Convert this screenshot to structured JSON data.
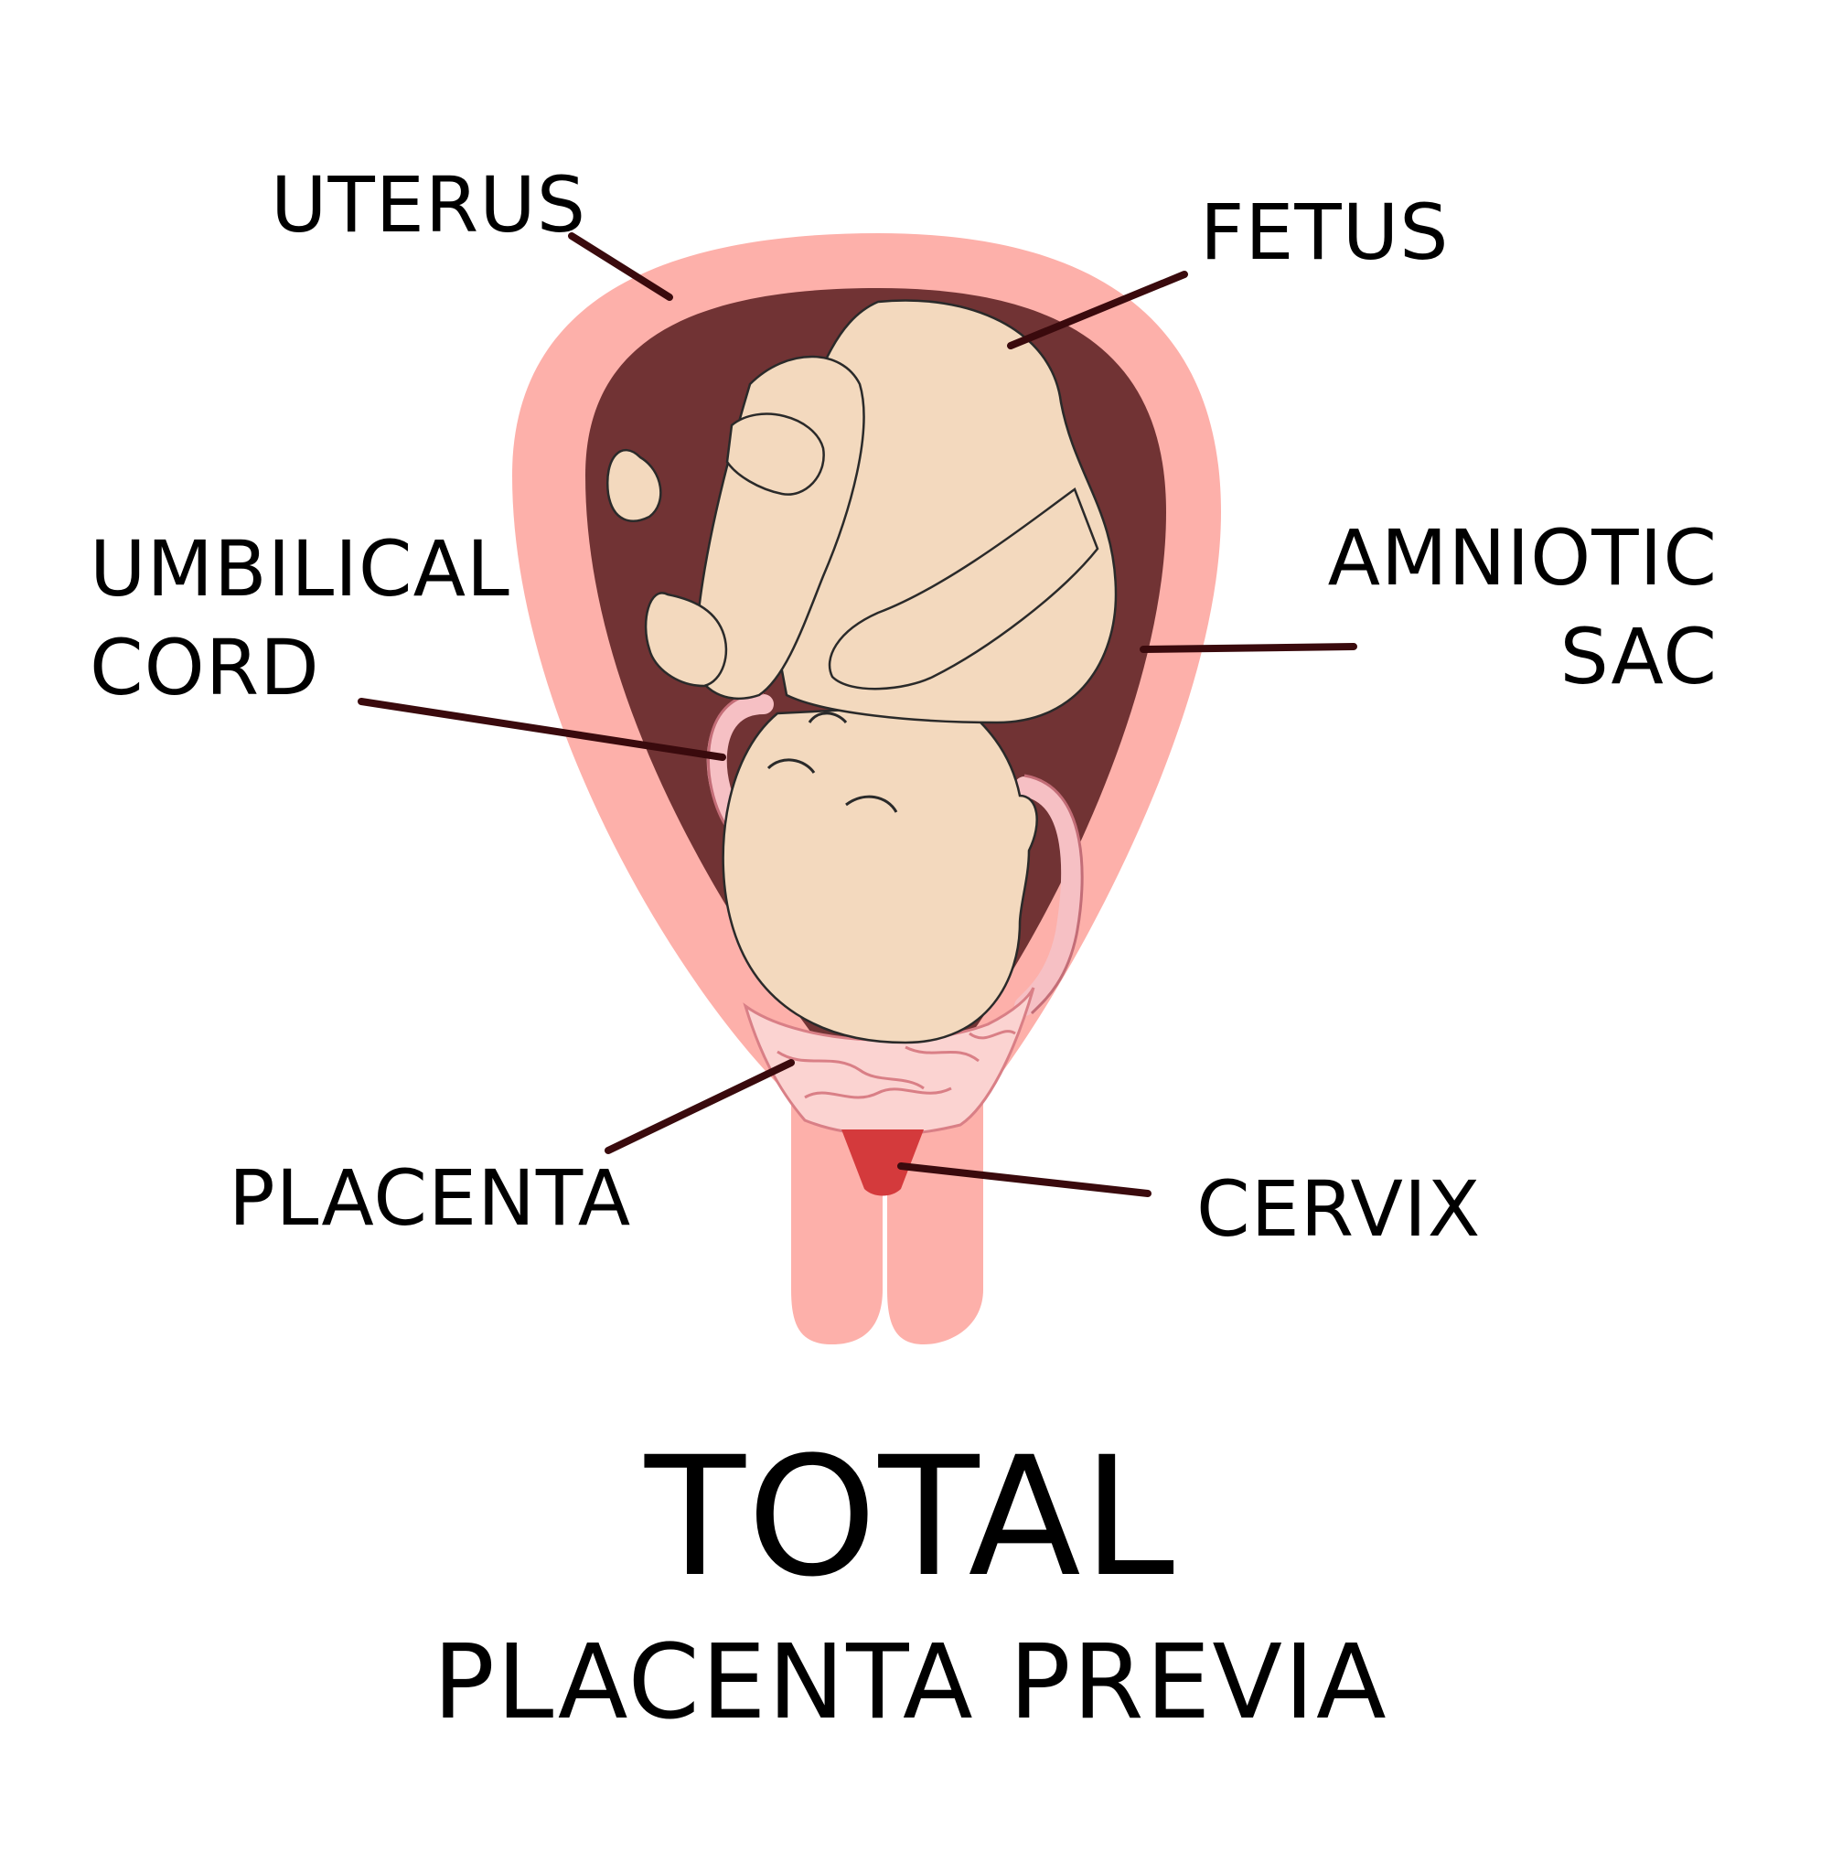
{
  "labels": {
    "uterus": "UTERUS",
    "fetus": "FETUS",
    "umbilical_cord_line1": "UMBILICAL",
    "umbilical_cord_line2": "CORD",
    "amniotic_sac_line1": "AMNIOTIC",
    "amniotic_sac_line2": "SAC",
    "placenta": "PLACENTA",
    "cervix": "CERVIX"
  },
  "title": {
    "main": "TOTAL",
    "sub": "PLACENTA PREVIA"
  },
  "colors": {
    "uterus_wall": "#fdb0aa",
    "amniotic_cavity": "#713334",
    "fetus_skin": "#f3d9be",
    "fetus_outline": "#2a2a2a",
    "placenta": "#fbd3d1",
    "placenta_veins": "#d97f86",
    "cord": "#f6c0c4",
    "cervix_blood": "#d43a3c",
    "leader_line": "#3a0a0d",
    "text": "#000000"
  }
}
